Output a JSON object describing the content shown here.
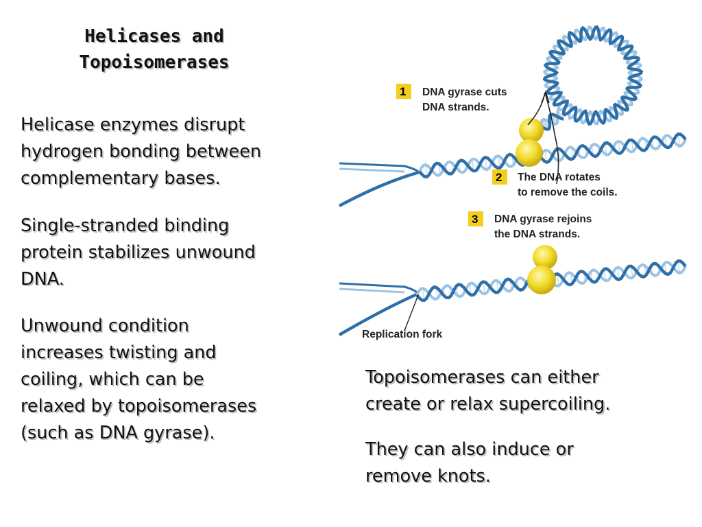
{
  "title": {
    "line1": "Helicases and",
    "line2": "Topoisomerases"
  },
  "left_paragraphs": [
    {
      "lines": [
        "Helicase enzymes disrupt",
        "hydrogen bonding between",
        "complementary bases."
      ]
    },
    {
      "lines": [
        "Single-stranded binding",
        "protein stabilizes unwound",
        "DNA."
      ]
    },
    {
      "lines": [
        "Unwound condition",
        "increases twisting and",
        "coiling, which can be",
        "relaxed by topoisomerases",
        "(such as DNA gyrase)."
      ]
    }
  ],
  "right_paragraphs": [
    {
      "lines": [
        "Topoisomerases can either",
        "create or relax supercoiling."
      ]
    },
    {
      "lines": [
        "They can also induce or",
        "remove knots."
      ]
    }
  ],
  "diagram": {
    "steps": [
      {
        "number": "1",
        "line1": "DNA gyrase cuts",
        "line2": "DNA strands."
      },
      {
        "number": "2",
        "line1": "The DNA rotates",
        "line2": "to remove the coils."
      },
      {
        "number": "3",
        "line1": "DNA gyrase rejoins",
        "line2": "the DNA strands."
      }
    ],
    "fork_label": "Replication fork",
    "colors": {
      "dna_blue": "#2f6fa8",
      "dna_light": "#9cc3e4",
      "enzyme": "#f2dc2a",
      "badge": "#f3cf1d"
    }
  }
}
